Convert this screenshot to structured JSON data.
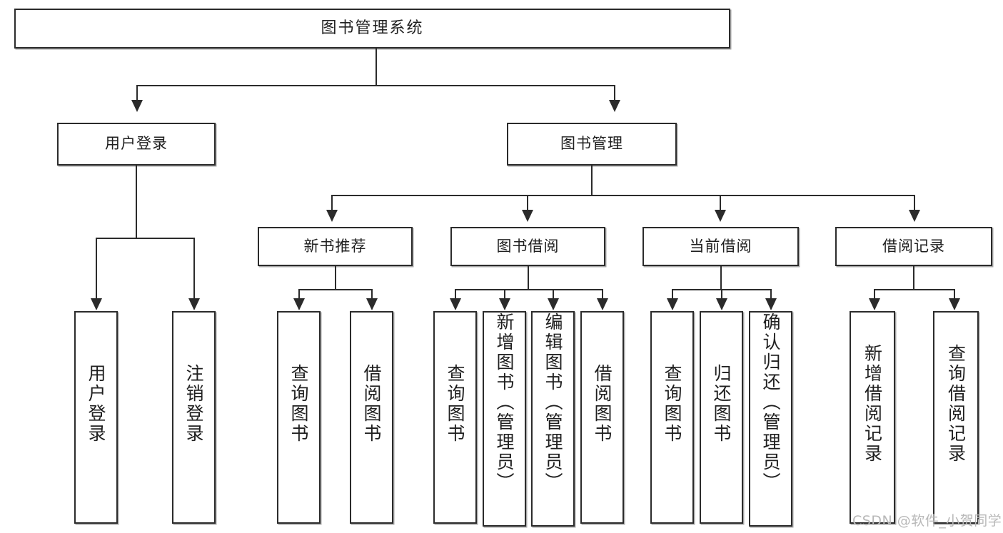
{
  "diagram": {
    "title": "图书管理系统",
    "type": "tree-hierarchy-chart",
    "watermark": "CSDN @软件_小贺同学",
    "colors": {
      "box_border": "#2b2b2b",
      "box_fill": "#ffffff",
      "connector": "#2b2b2b",
      "text": "#1f1f1f",
      "watermark": "#b8b8b8",
      "background": "#ffffff"
    }
  },
  "nodes": {
    "root": {
      "label": "图书管理系统"
    },
    "level1": [
      {
        "label": "用户登录"
      },
      {
        "label": "图书管理"
      }
    ],
    "level2": [
      {
        "label": "新书推荐"
      },
      {
        "label": "图书借阅"
      },
      {
        "label": "当前借阅"
      },
      {
        "label": "借阅记录"
      }
    ],
    "leaves": {
      "user_login": [
        {
          "label": "用户登录"
        },
        {
          "label": "注销登录"
        }
      ],
      "new_book_recommend": [
        {
          "label": "查询图书"
        },
        {
          "label": "借阅图书"
        }
      ],
      "book_borrow": [
        {
          "label": "查询图书"
        },
        {
          "label": "新增图书（管理员）"
        },
        {
          "label": "编辑图书（管理员）"
        },
        {
          "label": "借阅图书"
        }
      ],
      "current_borrow": [
        {
          "label": "查询图书"
        },
        {
          "label": "归还图书"
        },
        {
          "label": "确认归还（管理员）"
        }
      ],
      "borrow_record": [
        {
          "label": "新增借阅记录"
        },
        {
          "label": "查询借阅记录"
        }
      ]
    }
  },
  "chart_data": {
    "type": "tree",
    "title": "图书管理系统",
    "root": "图书管理系统",
    "edges": [
      [
        "图书管理系统",
        "用户登录"
      ],
      [
        "图书管理系统",
        "图书管理"
      ],
      [
        "用户登录",
        "用户登录"
      ],
      [
        "用户登录",
        "注销登录"
      ],
      [
        "图书管理",
        "新书推荐"
      ],
      [
        "图书管理",
        "图书借阅"
      ],
      [
        "图书管理",
        "当前借阅"
      ],
      [
        "图书管理",
        "借阅记录"
      ],
      [
        "新书推荐",
        "查询图书"
      ],
      [
        "新书推荐",
        "借阅图书"
      ],
      [
        "图书借阅",
        "查询图书"
      ],
      [
        "图书借阅",
        "新增图书（管理员）"
      ],
      [
        "图书借阅",
        "编辑图书（管理员）"
      ],
      [
        "图书借阅",
        "借阅图书"
      ],
      [
        "当前借阅",
        "查询图书"
      ],
      [
        "当前借阅",
        "归还图书"
      ],
      [
        "当前借阅",
        "确认归还（管理员）"
      ],
      [
        "借阅记录",
        "新增借阅记录"
      ],
      [
        "借阅记录",
        "查询借阅记录"
      ]
    ],
    "depth": 3,
    "leaf_count": 13
  }
}
